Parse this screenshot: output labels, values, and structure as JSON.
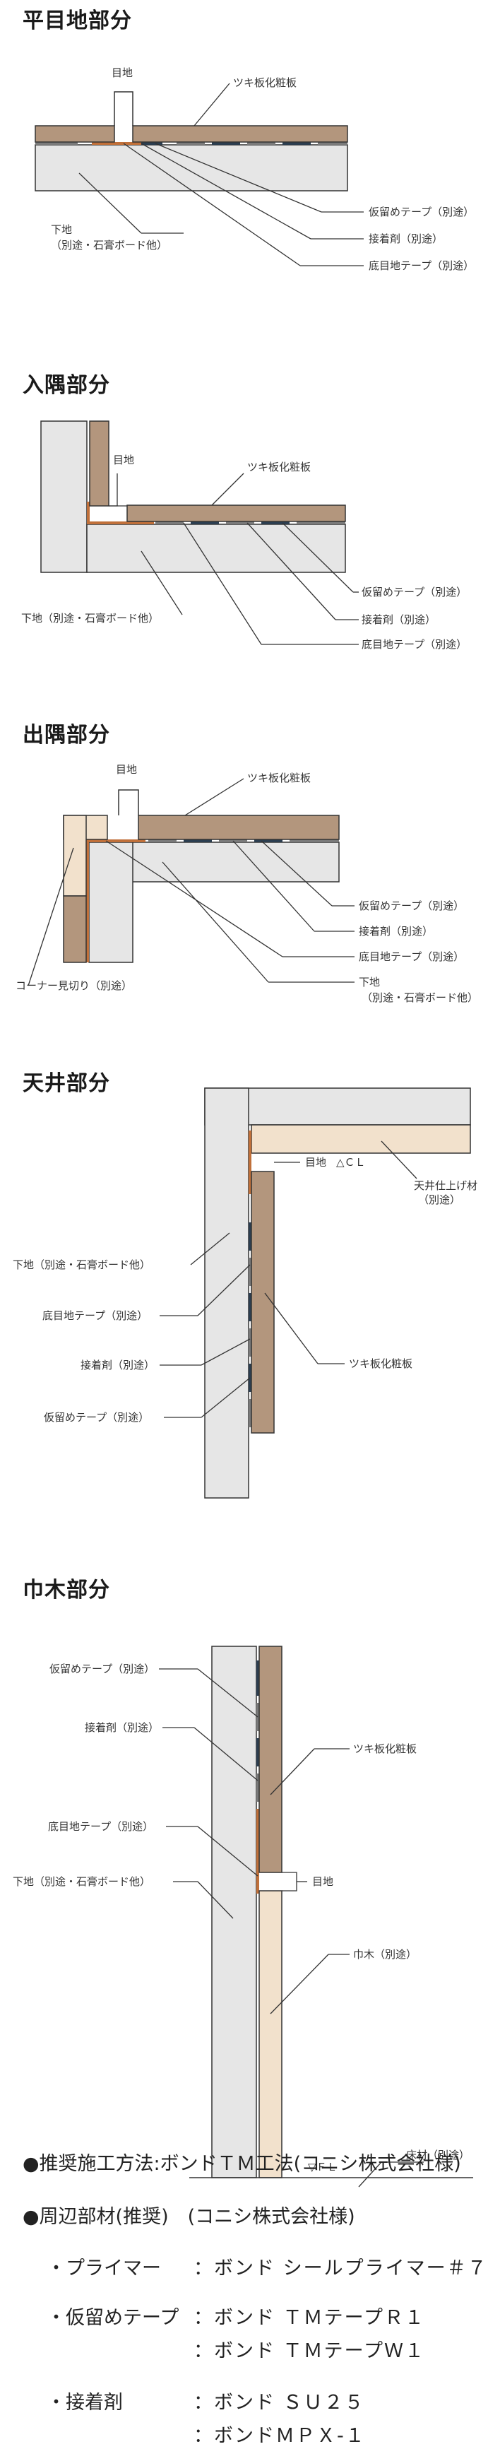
{
  "sections": {
    "s1": {
      "title": "平目地部分",
      "labels": {
        "joint": "目地",
        "veneer": "ツキ板化粧板",
        "temp_tape": "仮留めテープ（別途）",
        "adhesive": "接着剤（別途）",
        "base_tape": "底目地テープ（別途）",
        "base": "下地",
        "base2": "（別途・石膏ボード他）"
      }
    },
    "s2": {
      "title": "入隅部分",
      "labels": {
        "joint": "目地",
        "veneer": "ツキ板化粧板",
        "temp_tape": "仮留めテープ（別途）",
        "adhesive": "接着剤（別途）",
        "base_tape": "底目地テープ（別途）",
        "base": "下地（別途・石膏ボード他）"
      }
    },
    "s3": {
      "title": "出隅部分",
      "labels": {
        "joint": "目地",
        "veneer": "ツキ板化粧板",
        "temp_tape": "仮留めテープ（別途）",
        "adhesive": "接着剤（別途）",
        "base_tape": "底目地テープ（別途）",
        "base": "下地",
        "base2": "（別途・石膏ボード他）",
        "corner": "コーナー見切り（別途）"
      }
    },
    "s4": {
      "title": "天井部分",
      "labels": {
        "base": "下地（別途・石膏ボード他）",
        "base_tape": "底目地テープ（別途）",
        "adhesive": "接着剤（別途）",
        "temp_tape": "仮留めテープ（別途）",
        "joint": "目地",
        "cl": "△ＣＬ",
        "ceiling": "天井仕上げ材",
        "ceiling2": "（別途）",
        "veneer": "ツキ板化粧板"
      }
    },
    "s5": {
      "title": "巾木部分",
      "labels": {
        "temp_tape": "仮留めテープ（別途）",
        "adhesive": "接着剤（別途）",
        "base_tape": "底目地テープ（別途）",
        "base": "下地（別途・石膏ボード他）",
        "veneer": "ツキ板化粧板",
        "joint": "目地",
        "skirting": "巾木（別途）",
        "fl": "▽ＦＬ",
        "floor": "床材（別途）"
      }
    }
  },
  "notes": {
    "method": "●推奨施工方法:ボンドＴＭ工法(コニシ株式会社様)",
    "materials_head": "●周辺部材(推奨)　(コニシ株式会社様)",
    "items": [
      {
        "label": "・プライマー",
        "value": "：ボンド シールプライマー＃７"
      },
      {
        "label": "・仮留めテープ",
        "value": "：ボンド ＴＭテープＲ１"
      },
      {
        "label": "",
        "value": "：ボンド ＴＭテープＷ１"
      },
      {
        "label": "・接着剤",
        "value": "：ボンド ＳＵ２５"
      },
      {
        "label": "",
        "value": "：ボンドＭＰＸ-１"
      }
    ]
  },
  "colors": {
    "veneer": "#b3967d",
    "board": "#e6e6e6",
    "outline": "#333333",
    "base_tape": "#c0703a",
    "temp_tape": "#2c3e50",
    "adhesive": "#7a7a7a",
    "finish": "#f2e1cc"
  }
}
